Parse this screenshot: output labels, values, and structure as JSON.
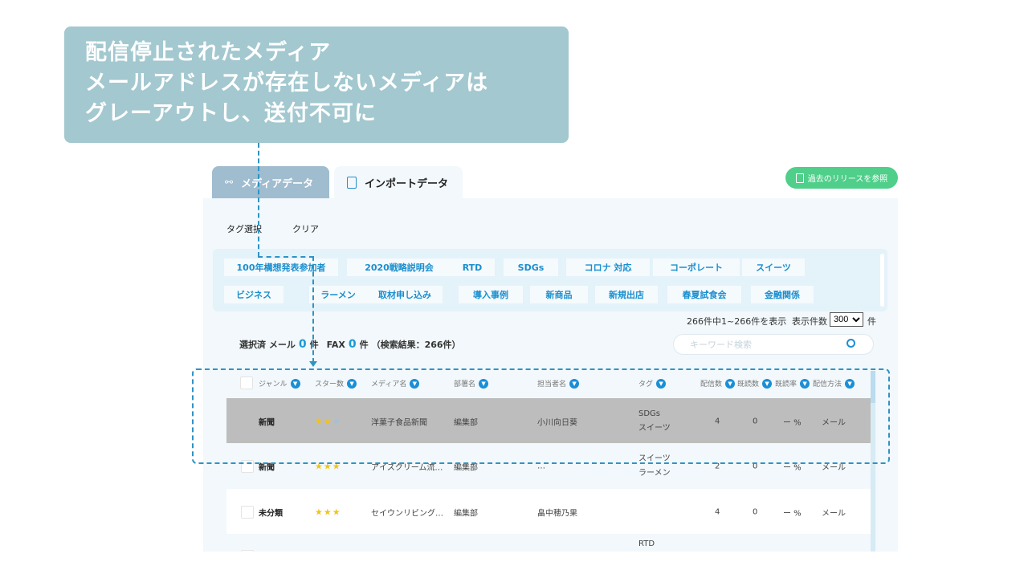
{
  "callout": {
    "lines": [
      "配信停止されたメディア",
      "メールアドレスが存在しないメディアは",
      "グレーアウトし、送付不可に"
    ]
  },
  "tabs": [
    {
      "label": "メディアデータ",
      "icon": "share-icon"
    },
    {
      "label": "インポートデータ",
      "icon": "user-badge-icon"
    }
  ],
  "history_button": {
    "label": "過去のリリースを参照",
    "icon": "document-icon"
  },
  "tag_select": {
    "label": "タグ選択",
    "clear": "クリア"
  },
  "tags": [
    "100年構想発表参加者",
    "2020戦略説明会",
    "RTD",
    "SDGs",
    "コロナ 対応",
    "コーポレート",
    "スイーツ",
    "ビジネス",
    "ラーメン",
    "取材申し込み",
    "導入事例",
    "新商品",
    "新規出店",
    "春夏試食会",
    "金融関係"
  ],
  "paging": {
    "summary": "266件中1~266件を表示",
    "per_page_label": "表示件数",
    "per_page": "300",
    "unit": "件"
  },
  "selection": {
    "prefix": "選択済 メール",
    "mail_count": "0",
    "unit1": "件",
    "fax_label": "FAX",
    "fax_count": "0",
    "unit2": "件",
    "result": "（検索結果：266件）"
  },
  "search": {
    "placeholder": "キーワード検索"
  },
  "columns": [
    "ジャンル",
    "スター数",
    "メディア名",
    "部署名",
    "担当者名",
    "タグ",
    "配信数",
    "既読数",
    "既読率",
    "配信方法"
  ],
  "rows": [
    {
      "genre": "新聞",
      "stars": 2,
      "media": "洋菓子食品新聞",
      "dept": "編集部",
      "person": "小川向日葵",
      "tags": "SDGs\nスイーツ",
      "sent": "4",
      "read": "0",
      "rate": "ー %",
      "method": "メール",
      "disabled": true
    },
    {
      "genre": "新聞",
      "stars": 3,
      "media": "アイスクリーム流…",
      "dept": "編集部",
      "person": "…",
      "tags": "スイーツ\nラーメン",
      "sent": "2",
      "read": "0",
      "rate": "ー %",
      "method": "メール",
      "disabled": false
    },
    {
      "genre": "未分類",
      "stars": 3,
      "media": "セイウンリビング…",
      "dept": "編集部",
      "person": "畠中穂乃果",
      "tags": "",
      "sent": "4",
      "read": "0",
      "rate": "ー %",
      "method": "メール",
      "disabled": false
    },
    {
      "genre": "",
      "stars": 0,
      "media": "",
      "dept": "",
      "person": "",
      "tags": "RTD",
      "sent": "",
      "read": "",
      "rate": "",
      "method": "",
      "disabled": false
    }
  ]
}
